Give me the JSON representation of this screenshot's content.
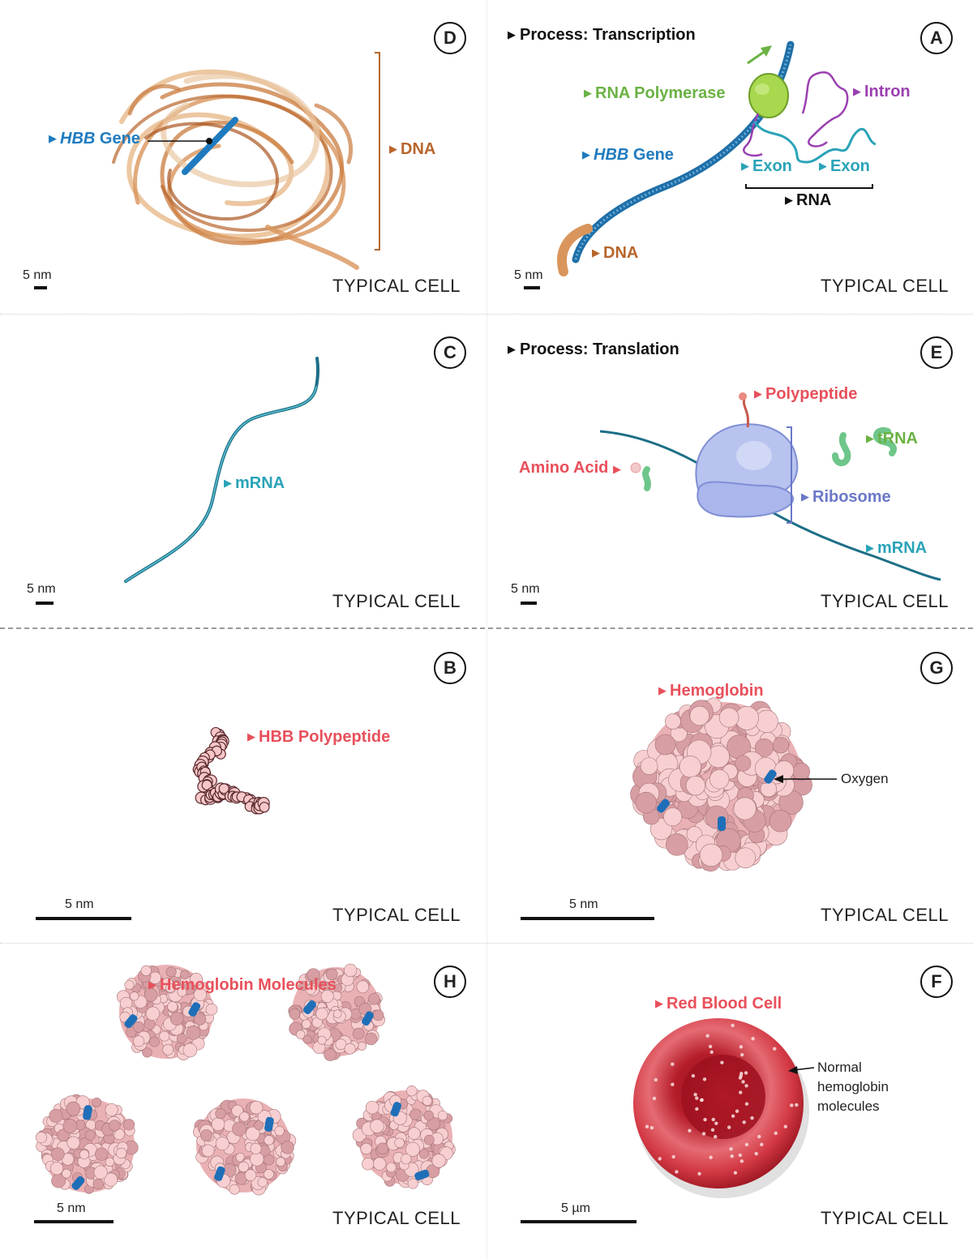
{
  "common": {
    "typical_cell": "TYPICAL CELL",
    "scale_nm": "5 nm",
    "scale_um": "5 µm"
  },
  "panelD": {
    "letter": "D",
    "hbb_gene": "HBB",
    "hbb_gene_suffix": "Gene",
    "dna": "DNA"
  },
  "panelA": {
    "letter": "A",
    "process": "Process: Transcription",
    "rna_polymerase": "RNA Polymerase",
    "intron": "Intron",
    "hbb_gene": "HBB",
    "hbb_gene_suffix": "Gene",
    "exon1": "Exon",
    "exon2": "Exon",
    "rna": "RNA",
    "dna": "DNA"
  },
  "panelC": {
    "letter": "C",
    "mrna": "mRNA"
  },
  "panelE": {
    "letter": "E",
    "process": "Process: Translation",
    "polypeptide": "Polypeptide",
    "trna": "tRNA",
    "amino_acid": "Amino Acid",
    "ribosome": "Ribosome",
    "mrna": "mRNA"
  },
  "panelB": {
    "letter": "B",
    "hbb_polypeptide": "HBB Polypeptide"
  },
  "panelG": {
    "letter": "G",
    "hemoglobin": "Hemoglobin",
    "oxygen": "Oxygen"
  },
  "panelH": {
    "letter": "H",
    "hemoglobin_molecules": "Hemoglobin Molecules"
  },
  "panelF": {
    "letter": "F",
    "red_blood_cell": "Red Blood Cell",
    "normal_line1": "Normal",
    "normal_line2": "hemoglobin",
    "normal_line3": "molecules"
  },
  "colors": {
    "dna": "#b8652c",
    "gene": "#1f7bbf",
    "polymerase": "#6bb244",
    "intron": "#9a3fb0",
    "exon": "#2aa3b8",
    "protein": "#e8505b",
    "ribosome": "#6a78c8",
    "rbc": "#c0242f"
  }
}
